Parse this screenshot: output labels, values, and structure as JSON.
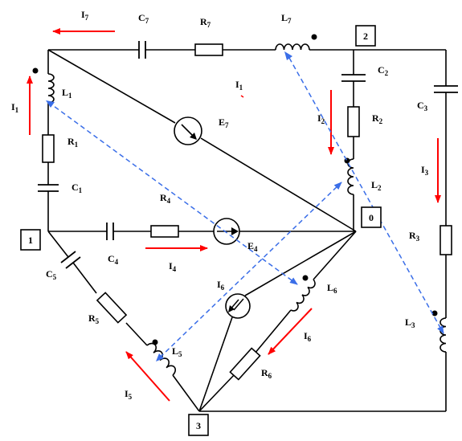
{
  "nodes": {
    "n0": "0",
    "n1": "1",
    "n2": "2",
    "n3": "3"
  },
  "labels": {
    "I7": "I7",
    "C7": "C7",
    "R7": "R7",
    "L7": "L7",
    "I1a": "I1",
    "I1b": "I1",
    "L1": "L1",
    "R1": "R1",
    "C1": "C1",
    "E7": "E7",
    "R4": "R4",
    "C4": "C4",
    "E4": "E4",
    "I4": "I4",
    "C2": "C2",
    "R2": "R2",
    "I2": "I2",
    "L2": "L2",
    "C3": "C3",
    "I3": "I3",
    "R3": "R3",
    "L3": "L3",
    "C5": "C5",
    "R5": "R5",
    "L5": "L5",
    "I5": "I5",
    "I6a": "I6",
    "L6": "L6",
    "I6b": "I6",
    "R6": "R6"
  }
}
